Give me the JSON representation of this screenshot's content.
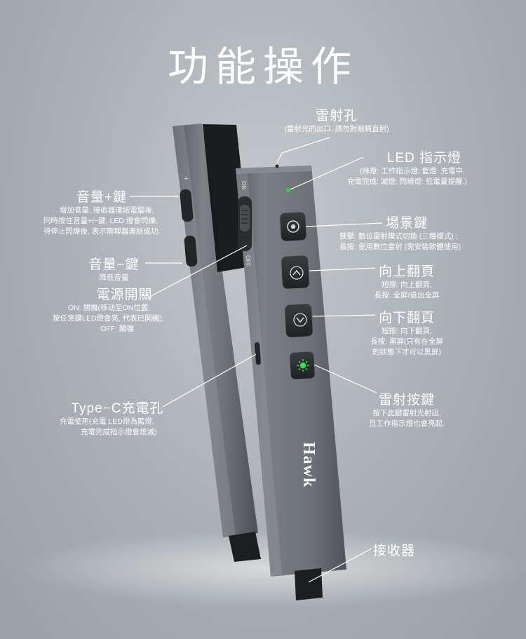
{
  "title": "功能操作",
  "brand_logo": "Hawk",
  "device": {
    "side_label_on": "ON",
    "side_label_off": "OFF",
    "side_plus": "+",
    "body_color": "#6f7479",
    "button_icons": [
      "circle-icon",
      "chevron-up-icon",
      "chevron-down-icon",
      "laser-icon"
    ],
    "led_color": "#2ed24a"
  },
  "labels": {
    "laser_hole": {
      "heading": "雷射孔",
      "desc": [
        "(雷射光的出口, 請勿對眼睛直射)"
      ]
    },
    "led": {
      "heading": "LED 指示燈",
      "desc": [
        "(綠燈: 工作指示燈; 藍燈: 充電中;",
        "充電完成: 滅燈; 閃綠燈: 低電量提醒.)"
      ]
    },
    "volume_up": {
      "heading": "音量+鍵",
      "desc": [
        "增加音量, 接收器連結電腦後,",
        "同時按住音量+/−鍵, LED 燈會閃爍,",
        "待停止閃爍後, 表示簡報器連結成功."
      ]
    },
    "scene": {
      "heading": "場景鍵",
      "desc": [
        "雙擊: 數位雷射模式切換 (三種模式) ;",
        "長按: 使用數位雷射 (需安裝軟體使用)"
      ]
    },
    "volume_down": {
      "heading": "音量−鍵",
      "desc": [
        "降低音量"
      ]
    },
    "page_up": {
      "heading": "向上翻頁",
      "desc": [
        "短按: 向上翻頁;",
        "長按: 全屏/退出全屏"
      ]
    },
    "power": {
      "heading": "電源開關",
      "desc": [
        "ON: 開機(移动至ON位置,",
        "按任意鍵LED燈會亮, 代表已開機),",
        "OFF: 關機"
      ]
    },
    "page_down": {
      "heading": "向下翻頁",
      "desc": [
        "短按: 向下翻頁;",
        "長按: 黑屏(只有在全屏",
        "的狀態下才可以黑屏)"
      ]
    },
    "laser_button": {
      "heading": "雷射按鍵",
      "desc": [
        "按下此鍵雷射光射出,",
        "且工作指示燈也會亮起."
      ]
    },
    "typec": {
      "heading": "Type−C充電孔",
      "desc": [
        "充電使用(充電 LED燈為藍燈,",
        "充電完成指示燈會熄滅)"
      ]
    },
    "receiver": {
      "heading": "接收器",
      "desc": []
    }
  }
}
